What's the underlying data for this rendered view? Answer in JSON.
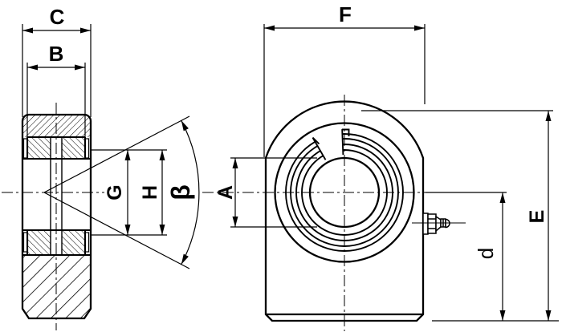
{
  "figure": {
    "kind": "two-view technical drawing of a rod end spherical bearing",
    "side_view_labels": [
      "C",
      "B",
      "G",
      "H",
      "β"
    ],
    "front_view_labels": [
      "F",
      "A",
      "E",
      "d"
    ]
  },
  "labels": {
    "c": "C",
    "b": "B",
    "f": "F",
    "g": "G",
    "h": "H",
    "beta": "β",
    "a": "A",
    "e": "E",
    "d": "d"
  },
  "colors": {
    "line": "#000000",
    "background": "#ffffff"
  }
}
